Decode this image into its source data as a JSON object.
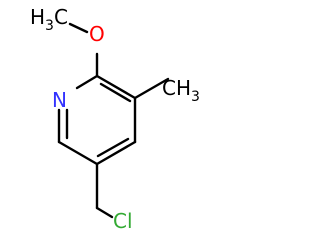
{
  "molecule": {
    "atoms": {
      "methoxy_c": {
        "symbol": "H",
        "subscript": "3",
        "tail": "C"
      },
      "oxygen": {
        "symbol": "O"
      },
      "methyl": {
        "symbol": "CH",
        "subscript": "3"
      },
      "nitrogen": {
        "symbol": "N"
      },
      "chlorine": {
        "symbol": "Cl"
      }
    }
  },
  "colors": {
    "bond": "#000000",
    "carbon_label": "#000000",
    "oxygen": "#ff0000",
    "nitrogen": "#3333ff",
    "chlorine": "#33aa33"
  }
}
